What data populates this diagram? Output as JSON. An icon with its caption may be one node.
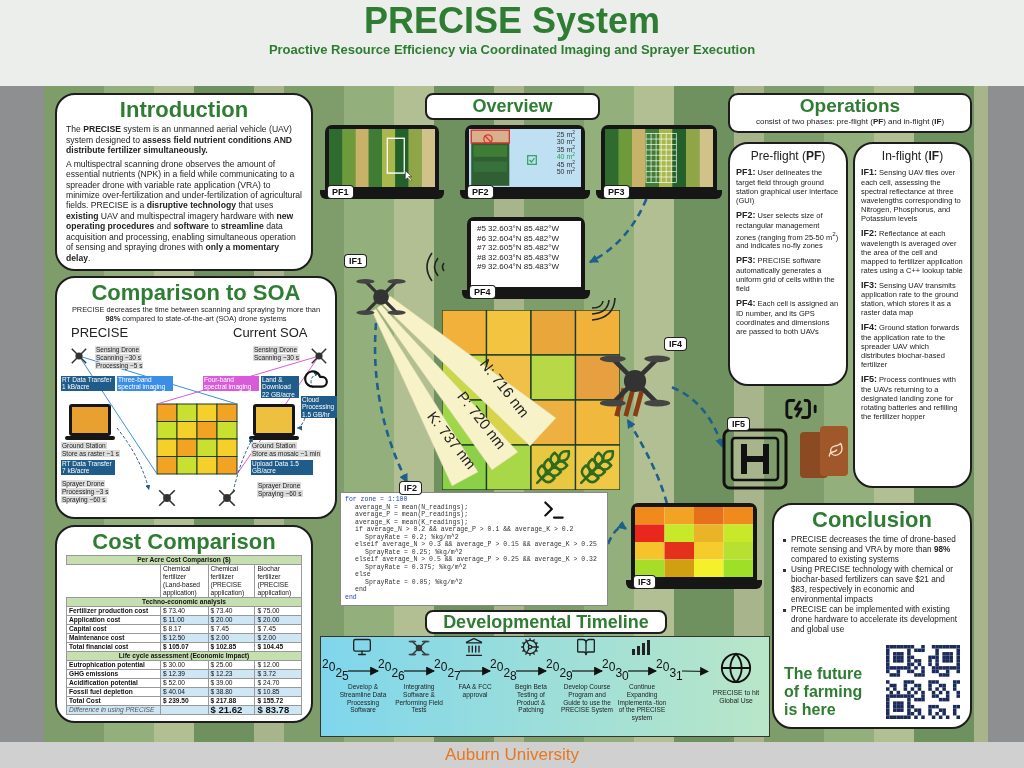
{
  "diagram": {
    "title": "PRECISE System",
    "nodes": [
      {
        "text": [
          "Introduction",
          "The **PRECISE** system is an unmanned aerial vehicle (UAV) system designed to **assess field nutrient conditions AND distribute fertilizer simultaneously.**",
          "A multispectral scanning drone observes the amount of essential nutrients (NPK) in a field while communicating to a spreader drone with variable rate application (VRA) to minimize over-fertilization and under-fertilization of agricultural fields. PRECISE is a **disruptive technology** that uses **existing** UAV and multispectral imagery hardware with **new operating procedures** and **software** to **streamline** data acquisition and processing, enabling simultaneous operation of sensing and spraying drones with **only a momentary delay**."
        ]
      },
      {
        "text": [
          "Comparison to SOA",
          "PRECISE decreases the time between scanning and spraying by more than **98%** compared to state-of-the-art (SOA) drone systems"
        ]
      },
      {
        "text": [
          "Cost Comparison"
        ]
      },
      {
        "text": [
          "Overview"
        ]
      },
      {
        "text": [
          "PF1"
        ]
      },
      {
        "text": [
          "PF2",
          "25 m$^{2}$",
          "30 m$^{2}$",
          "35 m$^{2}$",
          "40 m$^{2}$",
          "45 m$^{2}$",
          "50 m$^{2}$"
        ]
      },
      {
        "text": [
          "PF3"
        ]
      },
      {
        "text": [
          "PF4",
          "#5 32.603°N 85.482°W",
          "#6 32.604°N 85.482°W",
          "#7 32.605°N 85.482°W",
          "#8 32.603°N 85.483°W",
          "#9 32.604°N 85.483°W"
        ]
      },
      {
        "text": [
          "IF1"
        ]
      },
      {
        "text": [
          "IF4"
        ]
      },
      {
        "text": [
          "IF2",
          "for zone = 1:100",
          "average_N = mean(N_readings);",
          "average_P = mean(P_readings);",
          "average_K = mean(K_readings);",
          "if average_N > 0.2 && average_P > 0.1 && average_K > 0.2",
          "SprayRate = 0.2; %kg/m^2",
          "elseif average_N > 0.3 && average_P > 0.15 && average_K > 0.25",
          "SprayRate = 0.25; %kg/m^2",
          "elseif average_N > 0.5 && average_P > 0.25 && average_K > 0.32",
          "SprayRate = 0.375; %kg/m^2",
          "else",
          "SprayRate = 0.05; %kg/m^2",
          "end",
          "end"
        ]
      },
      {
        "text": [
          "IF3"
        ]
      },
      {
        "text": [
          "IF5"
        ]
      },
      {
        "text": [
          "Operations",
          "consist of two phases: pre-flight (**PF**) and in-flight (**IF**)"
        ]
      },
      {
        "text": [
          "Pre-flight (**PF**)",
          "**PF1:** User delineates the target field through ground station graphical user interface (GUI)",
          "**PF2:** User selects size of rectangular management zones (ranging from 25-50 m$^{2}$) and indicates no-fly zones",
          "**PF3:** PRECISE software automatically generates a uniform grid of cells within the field",
          "**PF4:** Each cell is assigned an ID number, and its GPS coordinates and dimensions are passed to both UAVs"
        ]
      },
      {
        "text": [
          "In-flight (**IF**)",
          "**IF1:** Sensing UAV flies over each cell, assessing the spectral reflectance at three wavelengths corresponding to Nitrogen, Phosphorus, and Potassium levels",
          "**IF2:** Reflectance at each wavelength is averaged over the area of the cell and mapped to fertilizer application rates using a C++ lookup table",
          "**IF3:** Sensing UAV transmits application rate to the ground station, which stores it as a raster data map",
          "**IF4:** Ground station forwards the application rate to the spreader UAV which distributes biochar-based fertilizer",
          "**IF5:** Process continues with the UAVs returning to a designated landing zone for rotating batteries and refilling the fertilizer hopper"
        ]
      },
      {
        "text": [
          "Conclusion",
          "PRECISE decreases the time of drone-based remote sensing and VRA by more than **98%** compared to existing systems",
          "Using PRECISE technology with chemical or biochar-based fertilizers can save $21 and $83, respectively in economic and environmental impacts",
          "PRECISE can be implemented with existing drone hardware to accelerate its development and global use",
          "The future of farming is here"
        ]
      },
      {
        "text": [
          "Developmental Timeline"
        ]
      },
      {
        "text": [
          "2025"
        ]
      },
      {
        "text": [
          "2026"
        ]
      },
      {
        "text": [
          "2027"
        ]
      },
      {
        "text": [
          "2028"
        ]
      },
      {
        "text": [
          "2029"
        ]
      },
      {
        "text": [
          "2030"
        ]
      },
      {
        "text": [
          "2031"
        ]
      },
      {
        "text": [
          "PRECISE to hit Global Use"
        ]
      }
    ],
    "edges": [
      {
        "from": 6,
        "to": 7,
        "arrow": "to",
        "style": "dashed",
        "color": "#1f5f8b"
      },
      {
        "from": 8,
        "to": 10,
        "arrow": "to",
        "style": "dashed",
        "color": "#1f5f8b"
      },
      {
        "from": 10,
        "to": 11,
        "arrow": "to",
        "style": "dashed",
        "color": "#1f5f8b"
      },
      {
        "from": 11,
        "to": 9,
        "arrow": "to",
        "style": "dashed",
        "color": "#1f5f8b"
      },
      {
        "from": 9,
        "to": 12,
        "arrow": "to",
        "style": "dashed",
        "color": "#1f5f8b"
      },
      {
        "from": 18,
        "to": 19,
        "arrow": "to",
        "label": "Develop & Streamline Data Processing Software"
      },
      {
        "from": 19,
        "to": 20,
        "arrow": "to",
        "label": "Integrating Software & Performing Field Tests"
      },
      {
        "from": 20,
        "to": 21,
        "arrow": "to",
        "label": "FAA & FCC approval"
      },
      {
        "from": 21,
        "to": 22,
        "arrow": "to",
        "label": "Begin Beta Testing of Product & Patching"
      },
      {
        "from": 22,
        "to": 23,
        "arrow": "to",
        "label": "Develop Course Program and Guide to use the PRECISE System"
      },
      {
        "from": 23,
        "to": 24,
        "arrow": "to",
        "label": "Continue Expanding Implementa -tion of the PRECISE system"
      },
      {
        "from": 24,
        "to": 25,
        "arrow": "to"
      }
    ],
    "labels": [
      "Proactive Resource Efficiency via Coordinated Imaging and Sprayer Execution",
      "N: 716 nm",
      "P: 720 nm",
      "K: 737 nm",
      "PRECISE",
      "Current SOA",
      "Sensing Drone",
      "Scanning ~30 s",
      "Processing ~5 s",
      "Sensing Drone",
      "Scanning ~30 s",
      "RT Data Transfer 1 kB/acre",
      "Three-band spectral imaging",
      "Four-band spectral imaging",
      "Land & Download 22 GB/acre",
      "Cloud Processing 1.5 GB/hr",
      "Ground Station",
      "Store as raster ~1 s",
      "RT Data Transfer 7 kB/acre",
      "Ground Station",
      "Store as mosaic ~1 min",
      "Upload Data 1.5 GB/acre",
      "Sprayer Drone",
      "Processing ~3 s",
      "Spraying ~60 s",
      "Sprayer Drone",
      "Spraying ~60 s",
      "Per Acre Cost Comparison ($)",
      "Chemical fertilizer (Land-based application)",
      "Chemical fertilizer (PRECISE application)",
      "Biochar fertilizer (PRECISE application)",
      "Techno-economic analysis",
      "Fertilizer production cost",
      "$ 73.40",
      "$ 73.40",
      "$ 75.00",
      "Application cost",
      "$ 11.00",
      "$ 20.00",
      "$ 20.00",
      "Capital cost",
      "$ 8.17",
      "$ 7.45",
      "$ 7.45",
      "Maintenance cost",
      "$ 12.50",
      "$ 2.00",
      "$ 2.00",
      "Total financial cost",
      "$ 105.07",
      "$ 102.85",
      "$ 104.45",
      "Life cycle assessment (Economic Impact)",
      "Eutrophication potential",
      "$ 30.00",
      "$ 25.00",
      "$ 12.00",
      "GHG emissions",
      "$ 12.39",
      "$ 12.23",
      "$ 3.72",
      "Acidification potential",
      "$ 52.00",
      "$ 39.00",
      "$ 24.70",
      "Fossil fuel depletion",
      "$ 40.04",
      "$ 38.80",
      "$ 10.85",
      "Total Cost",
      "$ 239.50",
      "$ 217.88",
      "$ 155.72",
      "Difference in using PRECISE",
      "$ 21.62",
      "$ 83.78",
      "Auburn University"
    ]
  }
}
